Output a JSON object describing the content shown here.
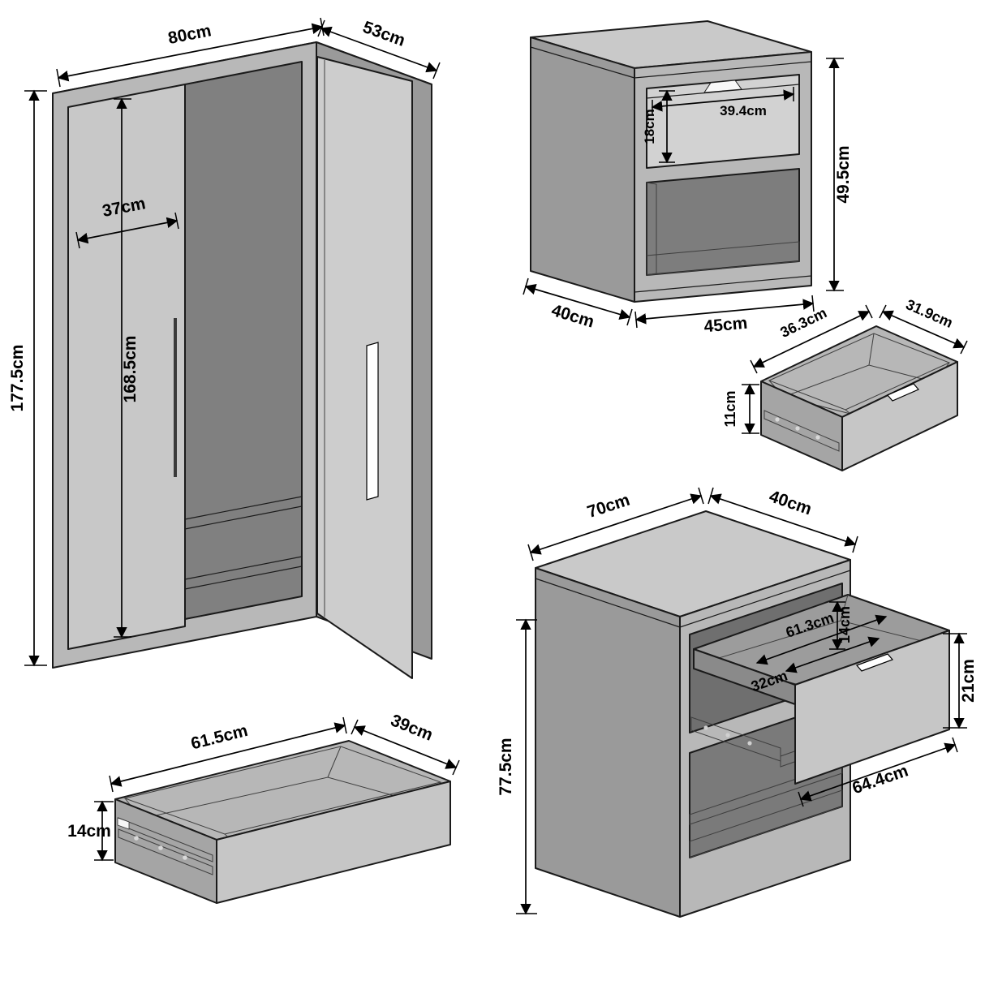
{
  "colors": {
    "background": "#ffffff",
    "line": "#000000",
    "face_top": "#c9c9c9",
    "face_front": "#b8b8b8",
    "face_side": "#9a9a9a",
    "interior": "#7d7d7d",
    "handle": "#ffffff"
  },
  "figures": {
    "wardrobe": {
      "width": "80cm",
      "depth": "53cm",
      "height": "177.5cm",
      "door_width": "37cm",
      "door_height": "168.5cm"
    },
    "nightstand": {
      "drawer_width": "39.4cm",
      "drawer_front_height": "18cm",
      "height": "49.5cm",
      "depth": "40cm",
      "width": "45cm"
    },
    "small_drawer": {
      "inner_depth": "36.3cm",
      "inner_width": "31.9cm",
      "height": "11cm"
    },
    "large_drawer": {
      "width": "61.5cm",
      "depth": "39cm",
      "height": "14cm"
    },
    "chest": {
      "width": "70cm",
      "depth": "40cm",
      "height": "77.5cm",
      "drawer_inner_width": "61.3cm",
      "drawer_inner_depth": "32cm",
      "drawer_inner_height": "14cm",
      "drawer_front_height": "21cm",
      "drawer_front_width": "64.4cm"
    }
  }
}
